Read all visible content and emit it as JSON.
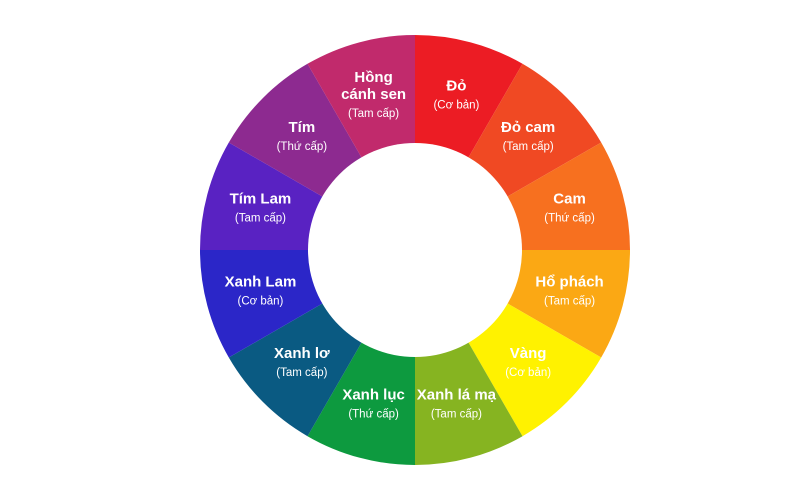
{
  "wheel": {
    "segments": [
      {
        "name_lines": [
          "Đỏ"
        ],
        "type": "(Cơ bản)",
        "color": "#ec1c24"
      },
      {
        "name_lines": [
          "Đỏ cam"
        ],
        "type": "(Tam cấp)",
        "color": "#f04923"
      },
      {
        "name_lines": [
          "Cam"
        ],
        "type": "(Thứ cấp)",
        "color": "#f7701f"
      },
      {
        "name_lines": [
          "Hổ phách"
        ],
        "type": "(Tam cấp)",
        "color": "#fba814"
      },
      {
        "name_lines": [
          "Vàng"
        ],
        "type": "(Cơ bản)",
        "color": "#fff200"
      },
      {
        "name_lines": [
          "Xanh lá mạ"
        ],
        "type": "(Tam cấp)",
        "color": "#86b421"
      },
      {
        "name_lines": [
          "Xanh lục"
        ],
        "type": "(Thứ cấp)",
        "color": "#0d9a3f"
      },
      {
        "name_lines": [
          "Xanh lơ"
        ],
        "type": "(Tam cấp)",
        "color": "#0a5a82"
      },
      {
        "name_lines": [
          "Xanh Lam"
        ],
        "type": "(Cơ bản)",
        "color": "#2b26c8"
      },
      {
        "name_lines": [
          "Tím Lam"
        ],
        "type": "(Tam cấp)",
        "color": "#5922c2"
      },
      {
        "name_lines": [
          "Tím"
        ],
        "type": "(Thứ cấp)",
        "color": "#8d2a90"
      },
      {
        "name_lines": [
          "Hồng",
          "cánh sen"
        ],
        "type": "(Tam cấp)",
        "color": "#c12a6c"
      }
    ]
  }
}
